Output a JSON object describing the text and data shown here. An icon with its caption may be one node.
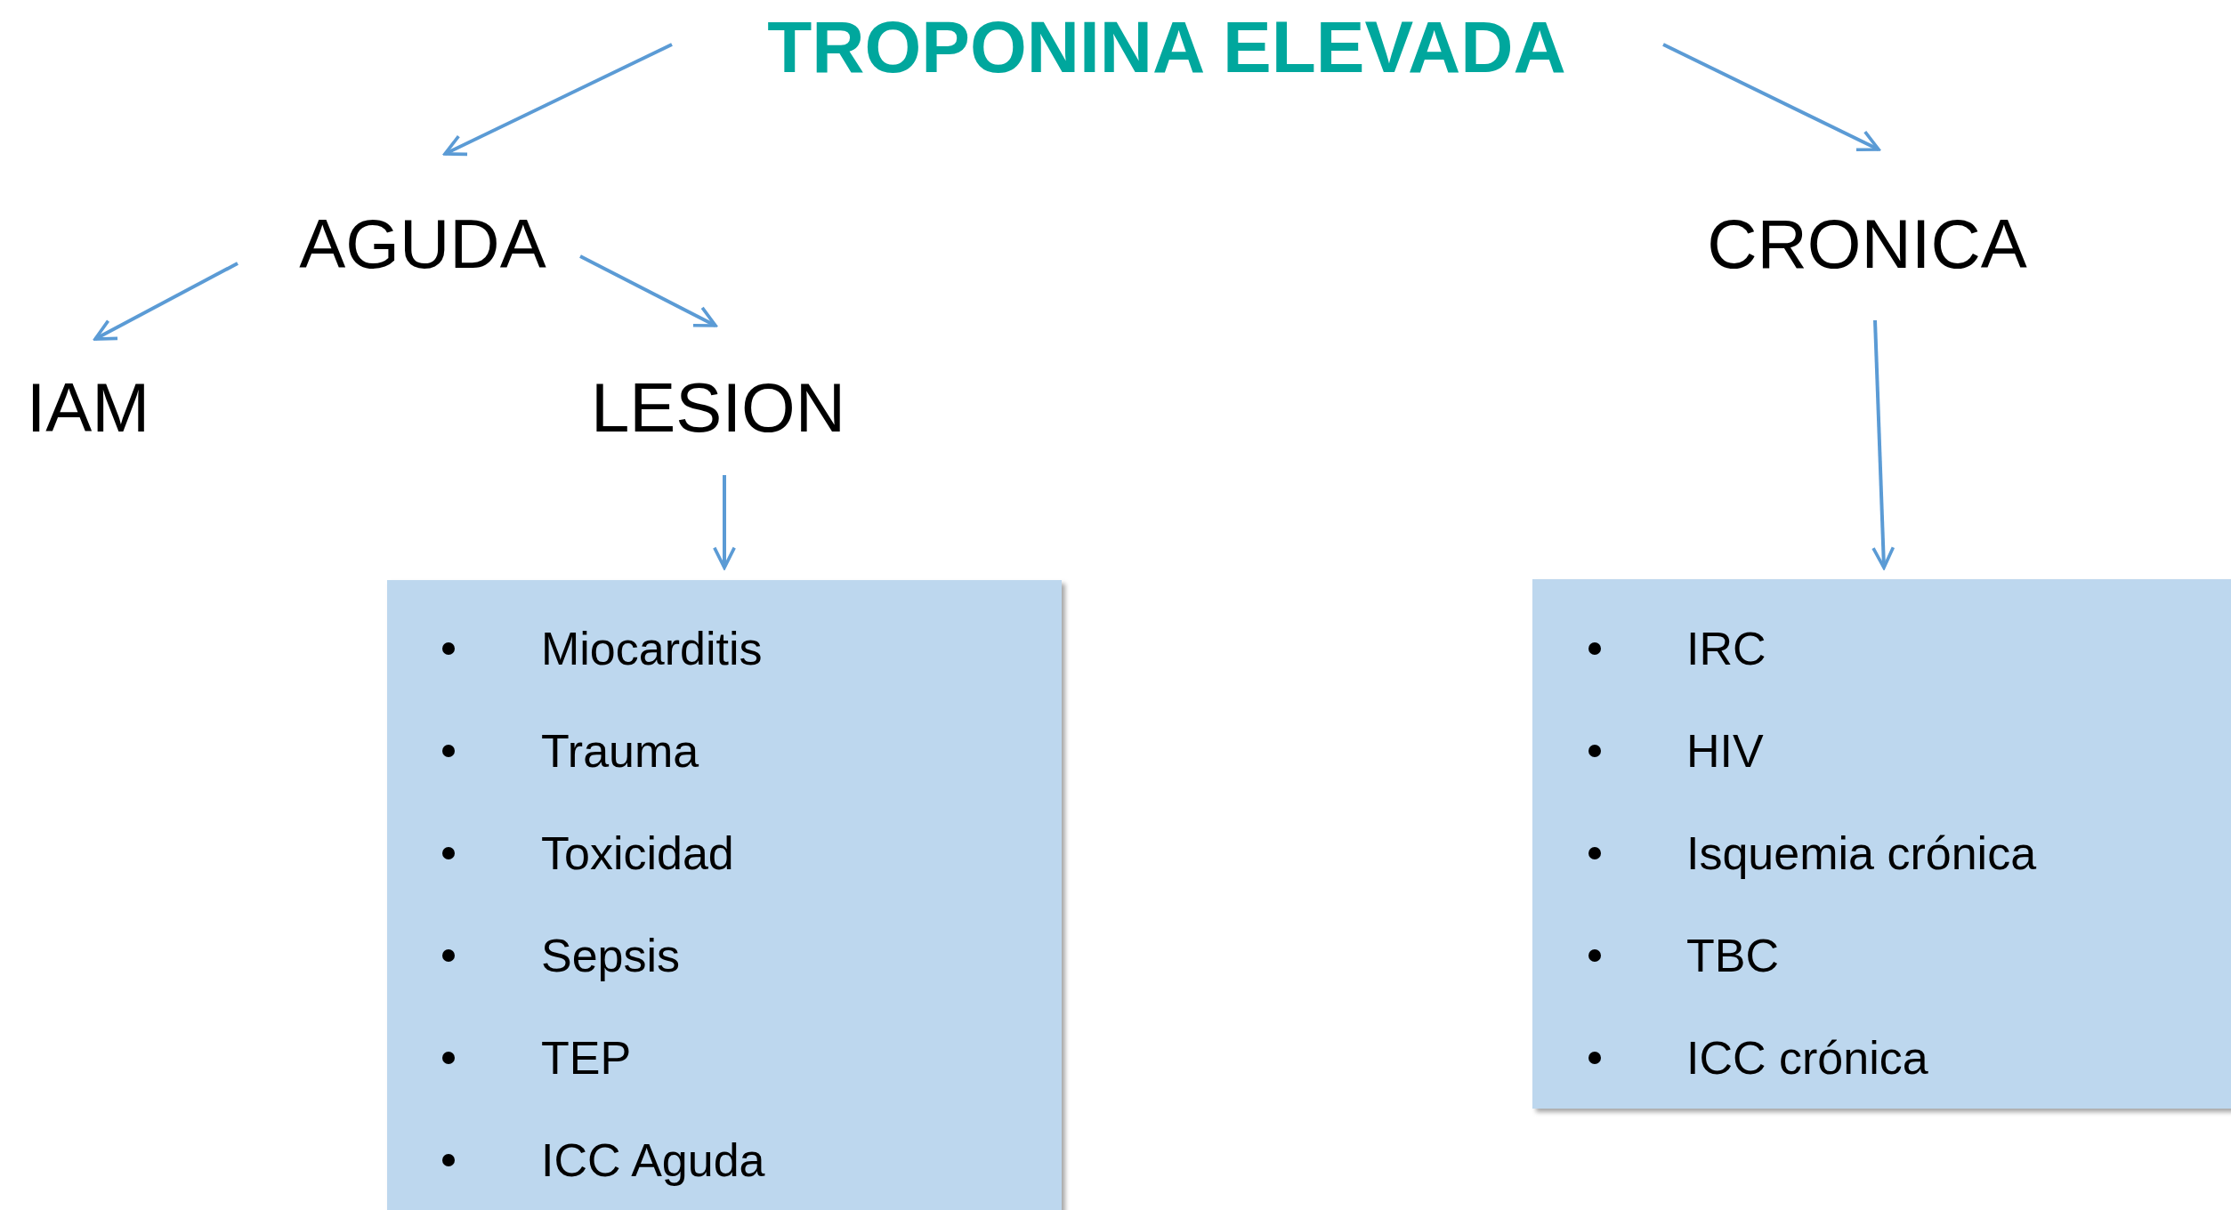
{
  "diagram": {
    "nodes": [
      {
        "text": [
          "TROPONINA ELEVADA"
        ]
      },
      {
        "text": [
          "AGUDA"
        ]
      },
      {
        "text": [
          "CRONICA"
        ]
      },
      {
        "text": [
          "IAM"
        ]
      },
      {
        "text": [
          "LESION"
        ]
      },
      {
        "text": [
          "Miocarditis",
          "Trauma",
          "Toxicidad",
          "Sepsis",
          "TEP",
          "ICC Aguda"
        ]
      },
      {
        "text": [
          "IRC",
          "HIV",
          "Isquemia crónica",
          "TBC",
          "ICC crónica"
        ]
      }
    ],
    "edges": [
      {
        "from": 0,
        "to": 1,
        "arrow": "to"
      },
      {
        "from": 0,
        "to": 2,
        "arrow": "to"
      },
      {
        "from": 1,
        "to": 3,
        "arrow": "to"
      },
      {
        "from": 1,
        "to": 4,
        "arrow": "to"
      },
      {
        "from": 4,
        "to": 5,
        "arrow": "to"
      },
      {
        "from": 2,
        "to": 6,
        "arrow": "to"
      }
    ]
  }
}
